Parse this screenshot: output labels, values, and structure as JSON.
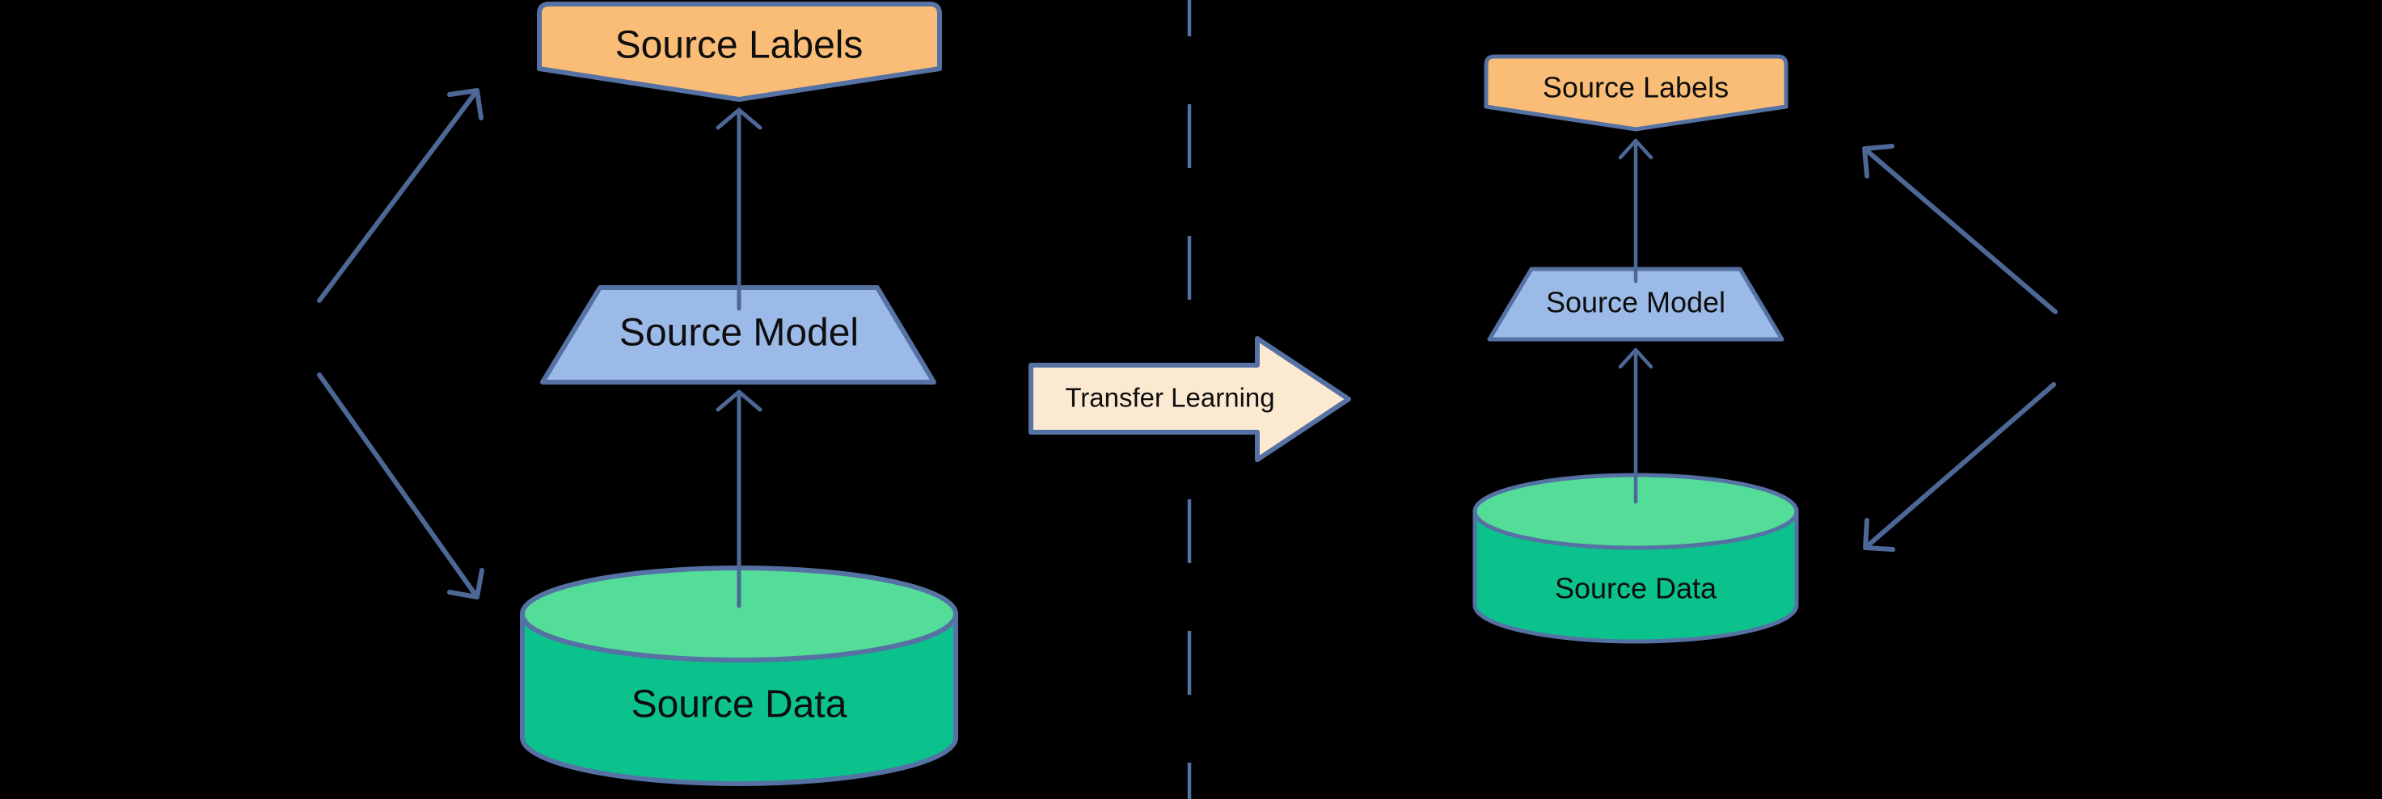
{
  "palette": {
    "background": "#000000",
    "shape_border": "#5671A3",
    "arrow_stroke": "#4D6796",
    "dash_stroke": "#53719E",
    "text_color": "#0E0E0E",
    "labels_fill": "#FABD77",
    "model_fill": "#9CBAE7",
    "data_body_fill": "#0BC28C",
    "data_top_fill": "#53DD99",
    "transfer_fill": "#FCE9D1"
  },
  "left_panel": {
    "labels_text": "Source Labels",
    "model_text": "Source Model",
    "data_text": "Source Data"
  },
  "transfer": {
    "label": "Transfer Learning"
  },
  "right_panel": {
    "labels_text": "Source Labels",
    "model_text": "Source Model",
    "data_text": "Source Data"
  }
}
